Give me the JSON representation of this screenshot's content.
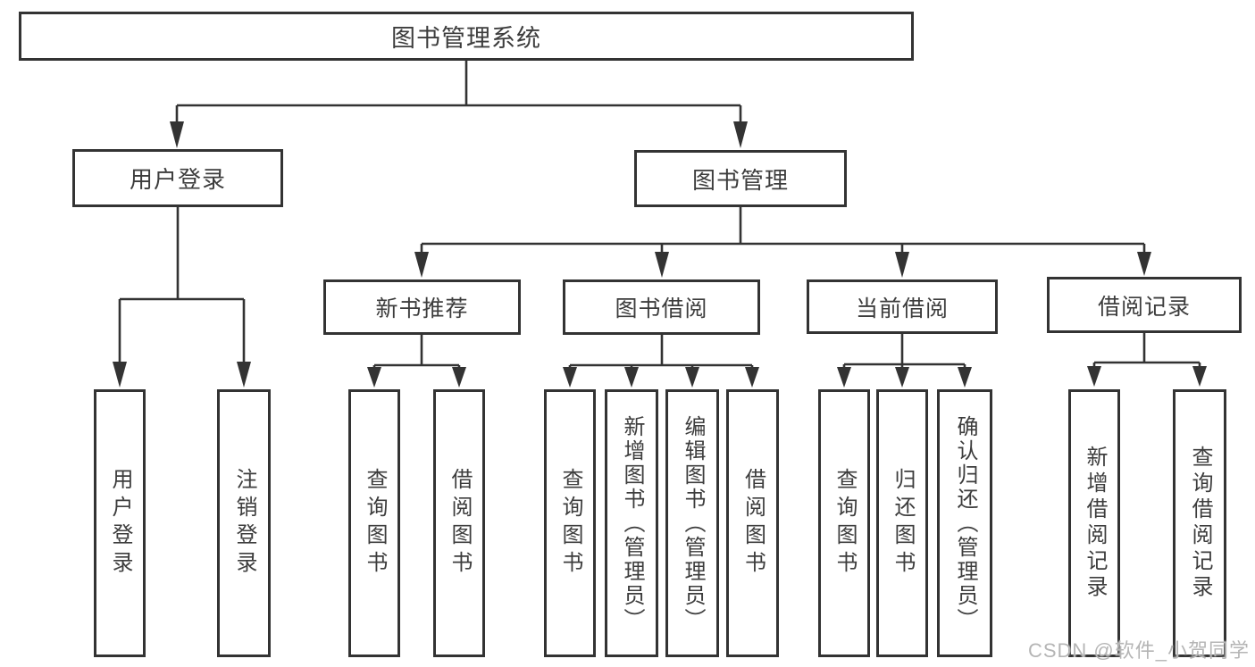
{
  "colors": {
    "line": "#333333",
    "text": "#3d3d3d",
    "watermark": "#b5b5b5",
    "bg": "#ffffff"
  },
  "tree": {
    "root": "图书管理系统",
    "user_login": {
      "label": "用户登录",
      "children": {
        "login": "用户登录",
        "logout": "注销登录"
      }
    },
    "book_mgmt": {
      "label": "图书管理",
      "children": {
        "new_book_rec": {
          "label": "新书推荐",
          "children": {
            "query_book": "查询图书",
            "borrow_book": "借阅图书"
          }
        },
        "book_borrow": {
          "label": "图书借阅",
          "children": {
            "query_book": "查询图书",
            "add_book": "新增图书（管理员）",
            "edit_book": "编辑图书（管理员）",
            "borrow_book": "借阅图书"
          }
        },
        "current_borrow": {
          "label": "当前借阅",
          "children": {
            "query_book": "查询图书",
            "return_book": "归还图书",
            "confirm_return": "确认归还（管理员）"
          }
        },
        "borrow_records": {
          "label": "借阅记录",
          "children": {
            "add_record": "新增借阅记录",
            "query_record": "查询借阅记录"
          }
        }
      }
    }
  },
  "watermark": "CSDN @软件_小贺同学"
}
